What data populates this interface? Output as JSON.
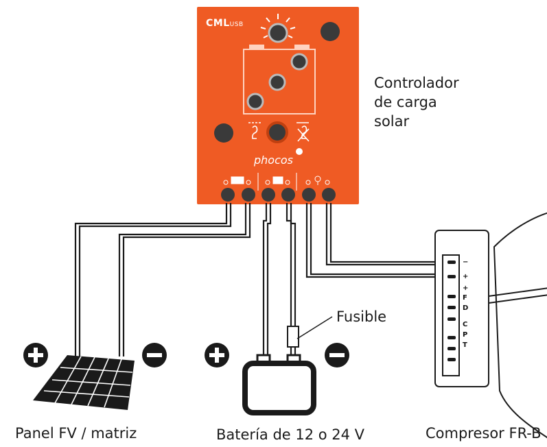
{
  "controller": {
    "brand": "CML",
    "brand_suffix": "USB",
    "logo": "phocos",
    "label_lines": [
      "Controlador",
      "de carga",
      "solar"
    ]
  },
  "panel": {
    "label": "Panel FV / matriz",
    "icon": "solar-panel-icon",
    "plus_icon": "plus-circle-icon",
    "minus_icon": "minus-circle-icon"
  },
  "battery": {
    "label": "Batería de 12 o 24 V",
    "icon": "battery-icon"
  },
  "fuse": {
    "label": "Fusible",
    "icon": "fuse-icon"
  },
  "compressor": {
    "label": "Compresor FR-B",
    "terminals": [
      "−",
      "+",
      "+",
      "F",
      "D",
      "C",
      "P",
      "T"
    ]
  },
  "colors": {
    "controller_body": "#ef5b24",
    "wire": "#1a1a1a",
    "knob": "#3a3a3a"
  }
}
